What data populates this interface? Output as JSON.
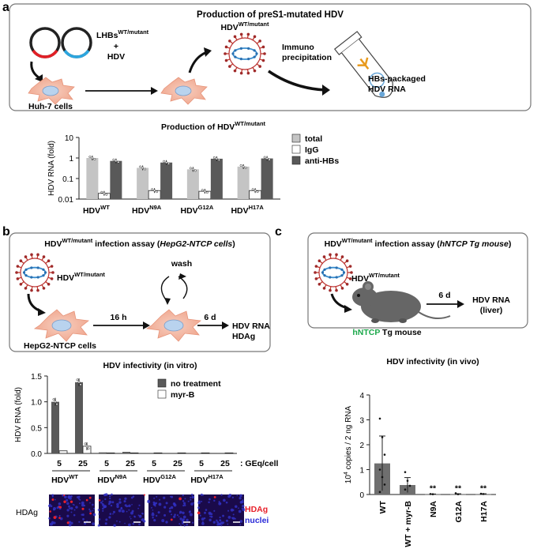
{
  "panels": {
    "a": "a",
    "b": "b",
    "c": "c"
  },
  "panel_a": {
    "box_title": "Production of preS1-mutated HDV",
    "plasmid_label_main": "LHBs",
    "plasmid_label_sup": "WT/mutant",
    "plus": "+",
    "hdv": "HDV",
    "cells_label": "Huh-7 cells",
    "virion_label_main": "HDV",
    "virion_label_sup": "WT/mutant",
    "immuno_line1": "Immuno",
    "immuno_line2": "precipitation",
    "tube_line1": "HBs-packaged",
    "tube_line2": "HDV RNA"
  },
  "panel_b": {
    "title_main": "HDV",
    "title_sup": "WT/mutant",
    "title_rest": " infection assay (",
    "title_italic": "HepG2-NTCP cells",
    "title_close": ")",
    "virion_label_main": "HDV",
    "virion_label_sup": "WT/mutant",
    "wash": "wash",
    "time1": "16 h",
    "time2": "6 d",
    "readout1": "HDV RNA",
    "readout2": "HDAg",
    "cells_label": "HepG2-NTCP cells",
    "hdag_row_label": "HDAg",
    "legend_hdag": "HDAg",
    "legend_nuclei": "nuclei",
    "colors": {
      "hdag": "#e8202a",
      "nuclei": "#2a2ad8",
      "micro_bg": "#1a0a4a"
    }
  },
  "panel_c": {
    "title_main": "HDV",
    "title_sup": "WT/mutant",
    "title_rest": " infection assay (",
    "title_italic": "hNTCP Tg mouse",
    "title_close": ")",
    "virion_label_main": "HDV",
    "virion_label_sup": "WT/mutant",
    "time": "6 d",
    "readout1": "HDV RNA",
    "readout2": "(liver)",
    "mouse_label_green": "hNTCP",
    "mouse_label_rest": " Tg mouse",
    "colors": {
      "hntcp": "#1aa84a"
    }
  },
  "chart_data": [
    {
      "id": "chart-a",
      "type": "bar",
      "title": "Production of HDV",
      "title_sup": "WT/mutant",
      "ylabel": "HDV RNA (fold)",
      "yscale": "log",
      "ylim": [
        0.01,
        10
      ],
      "yticks": [
        "10",
        "1",
        "0.1",
        "0.01"
      ],
      "categories": [
        {
          "main": "HDV",
          "sup": "WT"
        },
        {
          "main": "HDV",
          "sup": "N9A"
        },
        {
          "main": "HDV",
          "sup": "G12A"
        },
        {
          "main": "HDV",
          "sup": "H17A"
        }
      ],
      "series": [
        {
          "name": "total",
          "color": "#c4c4c4",
          "values": [
            1.0,
            0.33,
            0.28,
            0.38
          ]
        },
        {
          "name": "IgG",
          "color": "#ffffff",
          "values": [
            0.019,
            0.026,
            0.024,
            0.026
          ]
        },
        {
          "name": "anti-HBs",
          "color": "#595959",
          "values": [
            0.72,
            0.6,
            0.92,
            0.95
          ]
        }
      ],
      "legend": "right"
    },
    {
      "id": "chart-b",
      "type": "bar",
      "title": "HDV infectivity (in vitro)",
      "ylabel": "HDV RNA (fold)",
      "ylim": [
        0,
        1.5
      ],
      "yticks": [
        "1.5",
        "1.0",
        "0.5",
        "0.0"
      ],
      "x_doses": [
        "5",
        "25",
        "5",
        "25",
        "5",
        "25",
        "5",
        "25"
      ],
      "x_unit": ": GEq/cell",
      "groups": [
        {
          "main": "HDV",
          "sup": "WT"
        },
        {
          "main": "HDV",
          "sup": "N9A"
        },
        {
          "main": "HDV",
          "sup": "G12A"
        },
        {
          "main": "HDV",
          "sup": "H17A"
        }
      ],
      "series": [
        {
          "name": "no treatment",
          "color": "#595959",
          "values": [
            1.0,
            1.38,
            0.02,
            0.03,
            0.01,
            0.01,
            0.01,
            0.01
          ]
        },
        {
          "name": "myr-B",
          "color": "#ffffff",
          "values": [
            0.05,
            0.14,
            0.01,
            0.01,
            0.01,
            0.01,
            0.01,
            0.01
          ]
        }
      ],
      "legend": "top-right"
    },
    {
      "id": "chart-c",
      "type": "bar",
      "title": "HDV infectivity (in vivo)",
      "ylabel_main": "10",
      "ylabel_sup": "4",
      "ylabel_rest": " copies / 2 ng RNA",
      "ylim": [
        0,
        4
      ],
      "yticks": [
        "4",
        "3",
        "2",
        "1",
        "0"
      ],
      "categories": [
        "WT",
        "WT + myr-B",
        "N9A",
        "G12A",
        "H17A"
      ],
      "values": [
        1.25,
        0.38,
        0.01,
        0.01,
        0.01
      ],
      "errors": [
        1.1,
        0.3,
        0.01,
        0.02,
        0.02
      ],
      "significance": [
        "",
        "",
        "**",
        "**",
        "**"
      ],
      "color": "#6f6f6f"
    }
  ]
}
